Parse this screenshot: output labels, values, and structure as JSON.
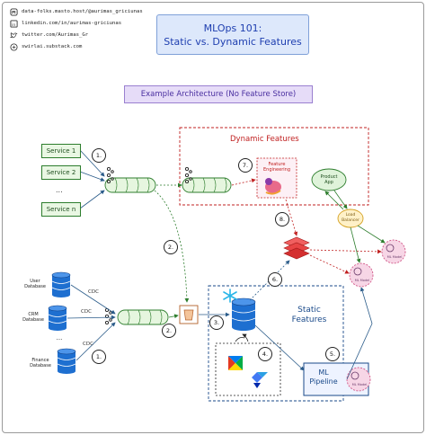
{
  "header": {
    "contacts": [
      {
        "icon": "mastodon-icon",
        "text": "data-folks.masto.host/@aurimas_griciunas"
      },
      {
        "icon": "linkedin-icon",
        "text": "linkedin.com/in/aurimas-griciunas"
      },
      {
        "icon": "twitter-icon",
        "text": "twitter.com/Aurimas_Gr"
      },
      {
        "icon": "substack-icon",
        "text": "swirlai.substack.com"
      }
    ],
    "title_line1": "MLOps 101:",
    "title_line2": "Static vs. Dynamic Features"
  },
  "subtitle": "Example Architecture (No Feature Store)",
  "services": [
    "Service 1",
    "Service 2",
    "...",
    "Service n"
  ],
  "databases": [
    {
      "label_line1": "User",
      "label_line2": "Database"
    },
    {
      "label_line1": "CRM",
      "label_line2": "Database"
    },
    {
      "label_line1": "...",
      "label_line2": ""
    },
    {
      "label_line1": "Finance",
      "label_line2": "Database"
    }
  ],
  "cdc_label": "CDC",
  "steps": [
    "1.",
    "2.",
    "3.",
    "4.",
    "5.",
    "6.",
    "7.",
    "8."
  ],
  "dynamic": {
    "title": "Dynamic Features",
    "fe_line1": "Feature",
    "fe_line2": "Engineering"
  },
  "static": {
    "title_line1": "Static",
    "title_line2": "Features",
    "pipeline_line1": "ML",
    "pipeline_line2": "Pipeline"
  },
  "serving": {
    "product_line1": "Product",
    "product_line2": "App",
    "lb_line1": "Load",
    "lb_line2": "Balancer",
    "ml_model": "ML Model"
  },
  "colors": {
    "service_green": "#2d7d2d",
    "db_blue": "#1e6fd0",
    "dynamic_red": "#c02020",
    "static_blue": "#1a4a8a",
    "model_pink": "#f7d6e6"
  }
}
